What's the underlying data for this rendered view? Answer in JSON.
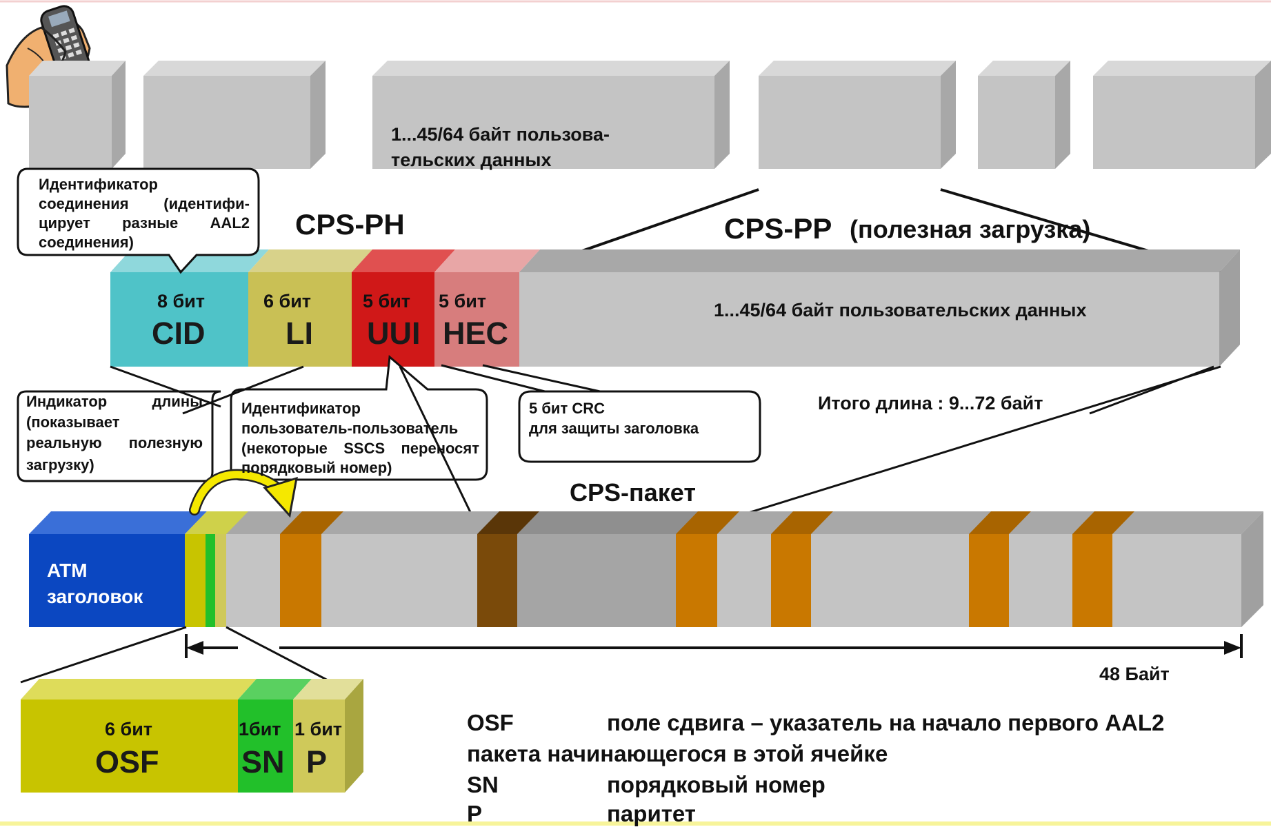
{
  "top_payload": {
    "label_line1": "1...45/64  байт пользова-",
    "label_line2": "тельских данных"
  },
  "cps_ph_title": "CPS-PH",
  "cps_pp_title": "CPS-PP",
  "cps_pp_subtitle": "(полезная загрузка)",
  "header_fields": [
    {
      "bits": "8 бит",
      "name": "CID",
      "color": "#4fc3c8"
    },
    {
      "bits": "6 бит",
      "name": "LI",
      "color": "#c9c055"
    },
    {
      "bits": "5 бит",
      "name": "UUI",
      "color": "#d01818"
    },
    {
      "bits": "5 бит",
      "name": "HEC",
      "color": "#d77d7d"
    }
  ],
  "payload_label": "1...45/64 байт пользовательских данных",
  "callouts": {
    "cid": {
      "l1a": "Идентификатор",
      "l1b": "соединения (идентифи-",
      "l2": "цирует разные AAL2",
      "l3": "соединения)"
    },
    "li": {
      "l1": "Индикатор длины",
      "l2": "(показывает",
      "l3": "реальную полезную",
      "l4": "загрузку)"
    },
    "uui": {
      "l1": "Идентификатор",
      "l2": "пользователь-пользователь",
      "l3": "(некоторые SSCS переносят",
      "l4": "порядковый номер)"
    },
    "hec": {
      "l1": "5 бит CRC",
      "l2": "для защиты заголовка"
    }
  },
  "total_length": "Итого длина : 9...72 байт",
  "cps_packet_title": "CPS-пакет",
  "atm_header_line1": "ATM",
  "atm_header_line2": "заголовок",
  "cell_size_label": "48 Байт",
  "start_field": [
    {
      "bits": "6 бит",
      "name": "OSF",
      "color": "#c8c400"
    },
    {
      "bits": "1бит",
      "name": "SN",
      "color": "#22c02a"
    },
    {
      "bits": "1 бит",
      "name": "P",
      "color": "#cfc95a"
    }
  ],
  "legend": {
    "osf_term": "OSF",
    "osf_desc_line1": "поле сдвига – указатель на начало первого AAL2",
    "osf_desc_line2": "пакета начинающегося в этой ячейке",
    "sn_term": "SN",
    "sn_desc": "порядковый номер",
    "p_term": "P",
    "p_desc": "паритет"
  },
  "colors": {
    "block_gray": "#c4c4c4",
    "orange_band": "#c97800",
    "dark_band": "#7a4a0a",
    "atm_blue": "#0b47c1",
    "arrow_yellow": "#f5e800"
  }
}
